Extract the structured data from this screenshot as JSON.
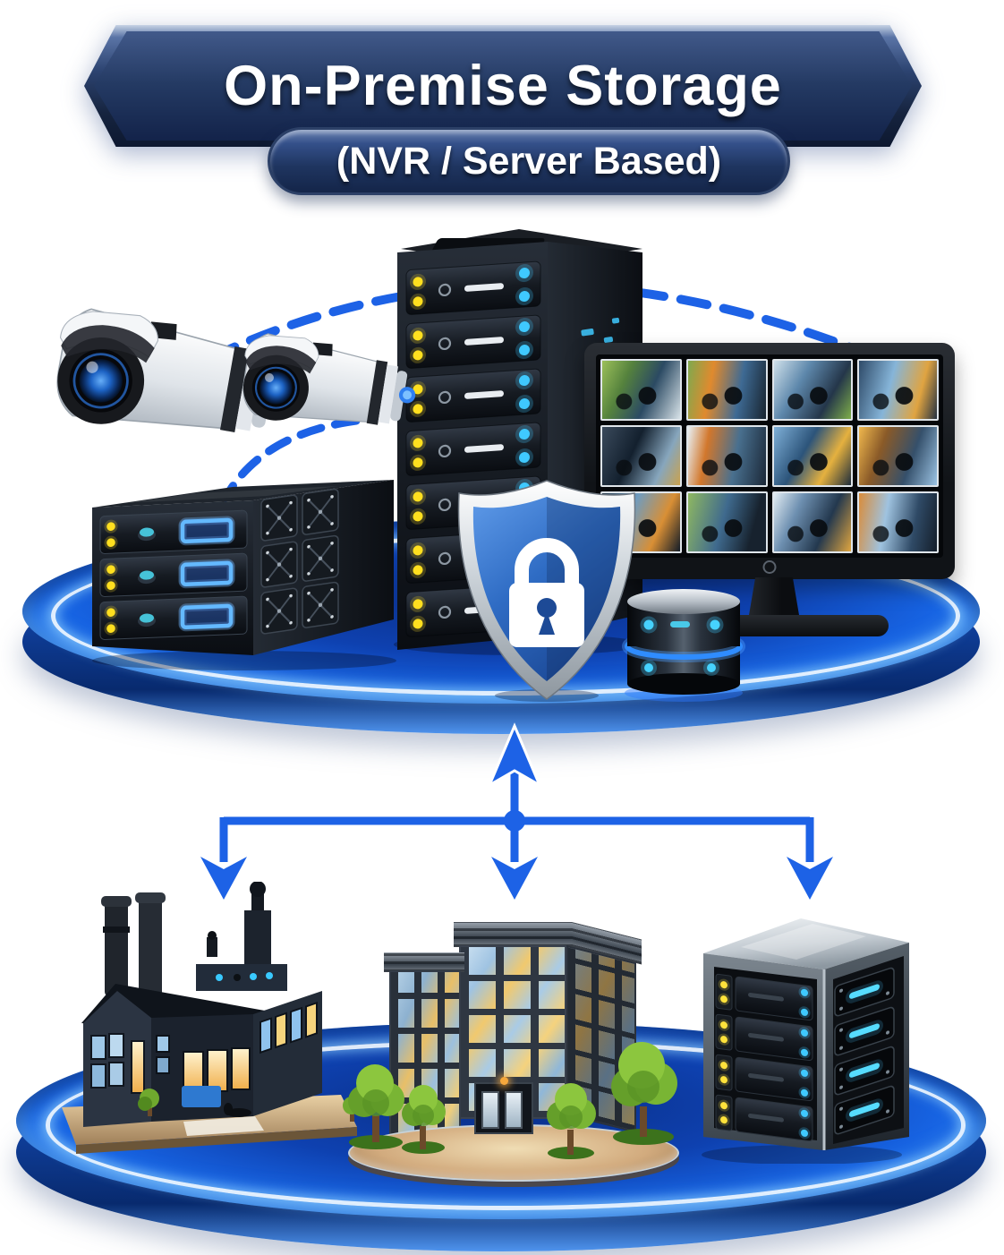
{
  "banner": {
    "title": "On-Premise Storage",
    "subtitle": "(NVR / Server Based)"
  },
  "colors": {
    "background": "#ffffff",
    "banner_navy": "#1b2c4e",
    "banner_navy_light": "#41598a",
    "accent_blue": "#1d62e6",
    "platform_blue": "#1763e2",
    "platform_deep": "#0a2e86",
    "shield_blue": "#2f6cc4",
    "shield_silver": "#cfd6dc",
    "led_yellow": "#ffdf1f",
    "led_cyan": "#3fc9ff",
    "device_black": "#10141a",
    "tree_green": "#8cc63e",
    "plaza_tan": "#d2ab7e"
  },
  "top_scene": {
    "items": [
      "cctv-camera-left",
      "cctv-camera-right",
      "nvr-storage-unit",
      "server-tower",
      "security-shield-lock",
      "surveillance-monitor",
      "database-stack"
    ],
    "server_tower_bays": 7,
    "nvr_bays": 3,
    "nvr_side_trays": 6,
    "monitor_feed_grid": {
      "rows": 3,
      "columns": 4,
      "feeds": 12
    },
    "database_tiers": 2,
    "dashed_links": 2
  },
  "bottom_scene": {
    "items": [
      "factory-building",
      "office-building",
      "server-cabinet"
    ],
    "server_cabinet_front_bays": 4,
    "server_cabinet_side_slots": 4,
    "trees": 4,
    "connector_down_arrows": 3,
    "connector_up_arrows": 1
  }
}
